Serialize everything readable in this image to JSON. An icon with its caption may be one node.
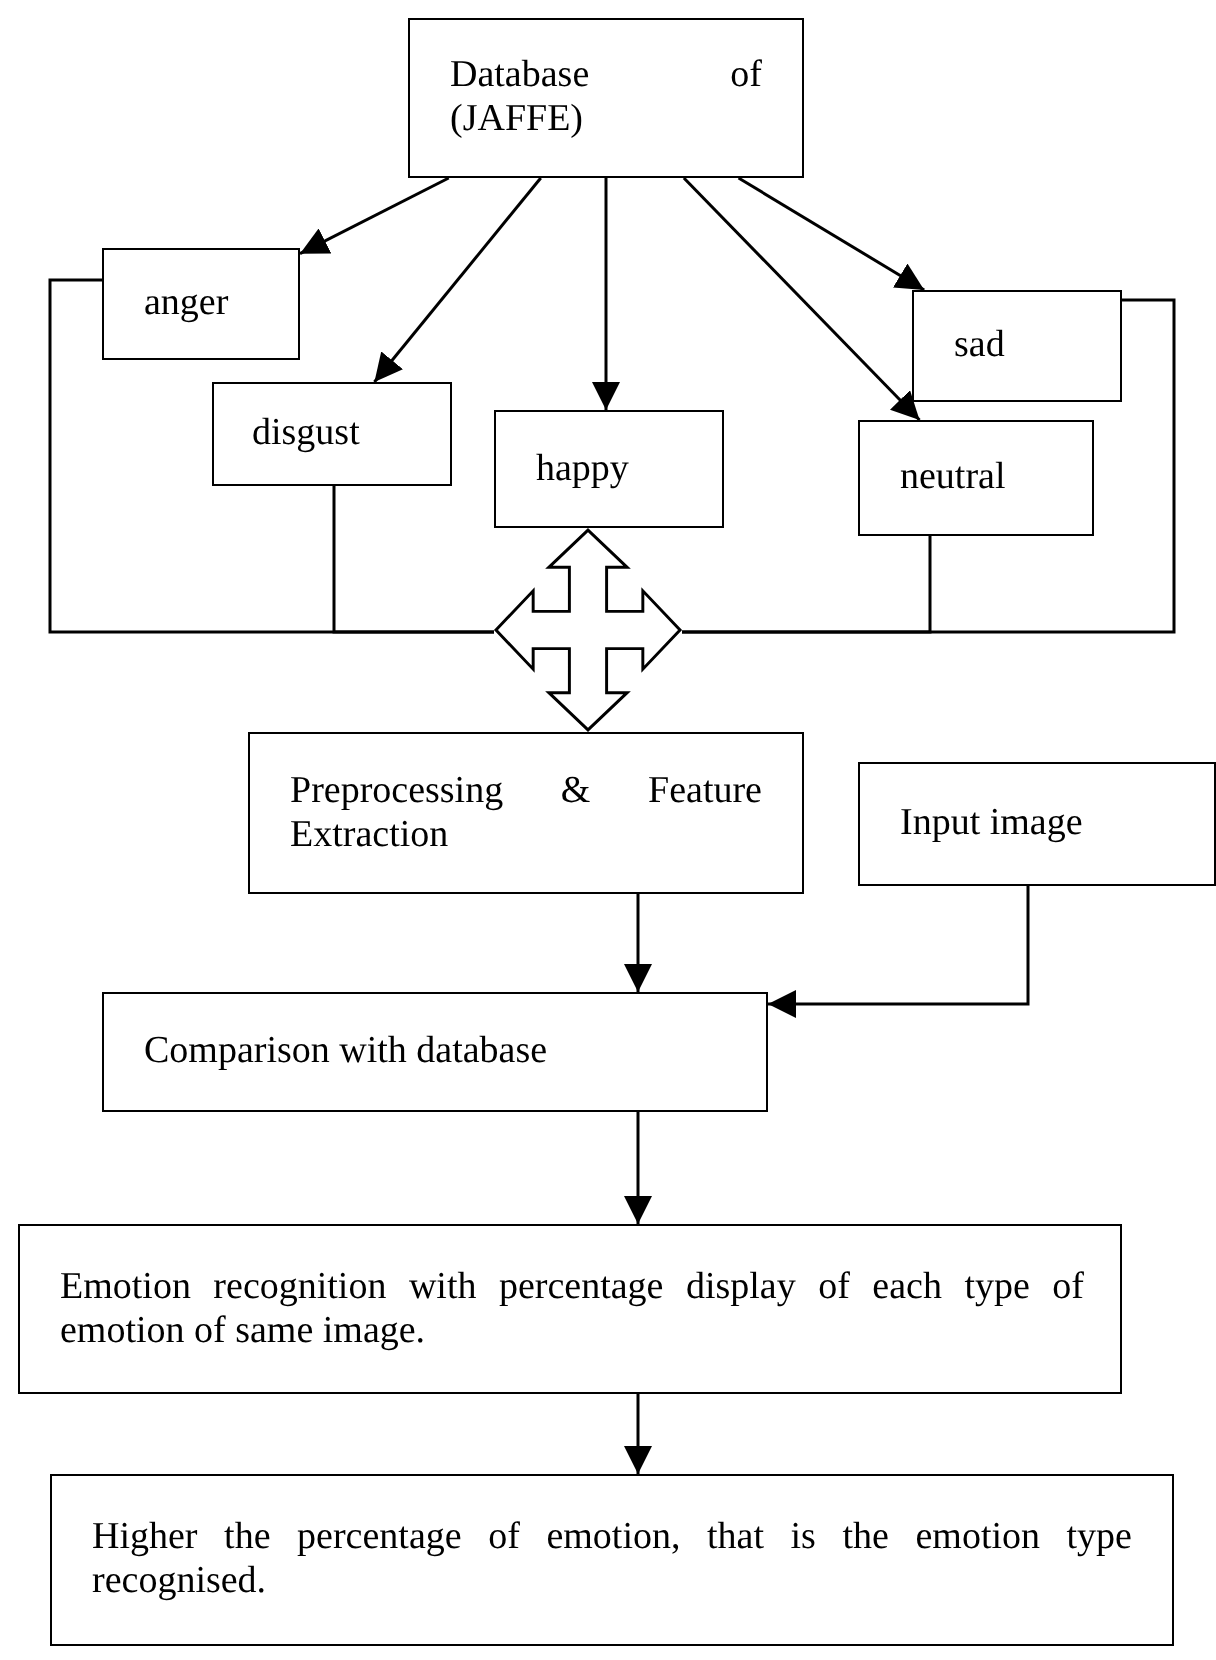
{
  "diagram": {
    "nodes": [
      {
        "text": [
          "Database of (JAFFE)"
        ]
      },
      {
        "text": [
          "anger"
        ]
      },
      {
        "text": [
          "disgust"
        ]
      },
      {
        "text": [
          "happy"
        ]
      },
      {
        "text": [
          "sad"
        ]
      },
      {
        "text": [
          "neutral"
        ]
      },
      {
        "text": [],
        "shape": "arrow"
      },
      {
        "text": [
          "Preprocessing & Feature Extraction"
        ]
      },
      {
        "text": [
          "Input image"
        ]
      },
      {
        "text": [
          "Comparison with database"
        ]
      },
      {
        "text": [
          "Emotion recognition with percentage display of each type of emotion of same image."
        ]
      },
      {
        "text": [
          "Higher the percentage of emotion, that is the emotion type recognised."
        ]
      }
    ],
    "edges": [
      {
        "from": 0,
        "to": 1,
        "arrow": "to"
      },
      {
        "from": 0,
        "to": 2,
        "arrow": "to"
      },
      {
        "from": 0,
        "to": 3,
        "arrow": "to"
      },
      {
        "from": 0,
        "to": 5,
        "arrow": "to"
      },
      {
        "from": 0,
        "to": 4,
        "arrow": "to"
      },
      {
        "from": 1,
        "to": 6,
        "arrow": "none"
      },
      {
        "from": 2,
        "to": 6,
        "arrow": "none"
      },
      {
        "from": 4,
        "to": 6,
        "arrow": "none"
      },
      {
        "from": 5,
        "to": 6,
        "arrow": "none"
      },
      {
        "from": 7,
        "to": 9,
        "arrow": "to"
      },
      {
        "from": 8,
        "to": 9,
        "arrow": "to"
      },
      {
        "from": 9,
        "to": 10,
        "arrow": "to"
      },
      {
        "from": 10,
        "to": 11,
        "arrow": "to"
      }
    ]
  }
}
